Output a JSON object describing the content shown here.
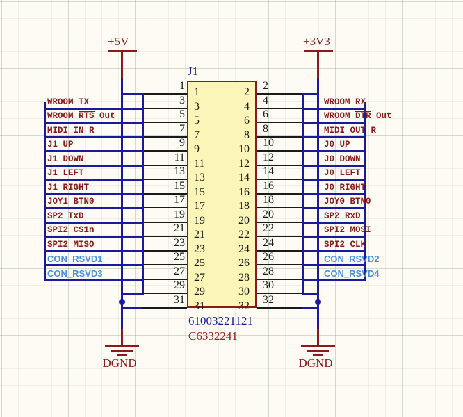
{
  "schematic": {
    "refdes": "J1",
    "part_number_mpn": "61003221121",
    "part_number_lcsc": "C6332241",
    "power_rails": [
      {
        "name": "+5V",
        "side": "left"
      },
      {
        "name": "+3V3",
        "side": "right"
      }
    ],
    "grounds": [
      {
        "name": "DGND",
        "side": "left"
      },
      {
        "name": "DGND",
        "side": "right"
      }
    ],
    "colors": {
      "wire": "#1a1a9c",
      "power_wire": "#8b1a1a",
      "body_fill": "#fcf5b8",
      "body_outline": "#8b1a1a",
      "net_label": "#8b1a1a",
      "reserved_net_label": "#4a90e2",
      "refdes": "#1a1a9c",
      "background": "#fdfbf4"
    },
    "pins_left": [
      {
        "pin": "1",
        "wire_number": "1",
        "net": "",
        "style": "plain",
        "overline": ""
      },
      {
        "pin": "3",
        "wire_number": "3",
        "net": "WROOM TX",
        "style": "plain",
        "overline": ""
      },
      {
        "pin": "5",
        "wire_number": "5",
        "net": "WROOM RTS Out",
        "style": "plain",
        "overline": "RTS"
      },
      {
        "pin": "7",
        "wire_number": "7",
        "net": "MIDI IN R",
        "style": "plain",
        "overline": ""
      },
      {
        "pin": "9",
        "wire_number": "9",
        "net": "J1 UP",
        "style": "plain",
        "overline": ""
      },
      {
        "pin": "11",
        "wire_number": "11",
        "net": "J1 DOWN",
        "style": "plain",
        "overline": ""
      },
      {
        "pin": "13",
        "wire_number": "13",
        "net": "J1 LEFT",
        "style": "plain",
        "overline": ""
      },
      {
        "pin": "15",
        "wire_number": "15",
        "net": "J1 RIGHT",
        "style": "plain",
        "overline": ""
      },
      {
        "pin": "17",
        "wire_number": "17",
        "net": "JOY1 BTN0",
        "style": "plain",
        "overline": ""
      },
      {
        "pin": "19",
        "wire_number": "19",
        "net": "SP2 TxD",
        "style": "plain",
        "overline": ""
      },
      {
        "pin": "21",
        "wire_number": "21",
        "net": "SPI2 CS1n",
        "style": "plain",
        "overline": ""
      },
      {
        "pin": "23",
        "wire_number": "23",
        "net": "SPI2 MISO",
        "style": "plain",
        "overline": ""
      },
      {
        "pin": "25",
        "wire_number": "25",
        "net": "CON_RSVD1",
        "style": "blue",
        "overline": ""
      },
      {
        "pin": "27",
        "wire_number": "27",
        "net": "CON_RSVD3",
        "style": "blue",
        "overline": ""
      },
      {
        "pin": "29",
        "wire_number": "29",
        "net": "",
        "style": "plain",
        "overline": ""
      },
      {
        "pin": "31",
        "wire_number": "31",
        "net": "",
        "style": "plain",
        "overline": ""
      }
    ],
    "pins_right": [
      {
        "pin": "2",
        "wire_number": "2",
        "net": "",
        "style": "plain",
        "overline": ""
      },
      {
        "pin": "4",
        "wire_number": "4",
        "net": "WROOM RX",
        "style": "plain",
        "overline": ""
      },
      {
        "pin": "6",
        "wire_number": "6",
        "net": "WROOM DTR Out",
        "style": "plain",
        "overline": "DTR"
      },
      {
        "pin": "8",
        "wire_number": "8",
        "net": "MIDI OUT R",
        "style": "plain",
        "overline": ""
      },
      {
        "pin": "10",
        "wire_number": "10",
        "net": "J0 UP",
        "style": "plain",
        "overline": ""
      },
      {
        "pin": "12",
        "wire_number": "12",
        "net": "J0 DOWN",
        "style": "plain",
        "overline": ""
      },
      {
        "pin": "14",
        "wire_number": "14",
        "net": "J0 LEFT",
        "style": "plain",
        "overline": ""
      },
      {
        "pin": "16",
        "wire_number": "16",
        "net": "J0 RIGHT",
        "style": "plain",
        "overline": ""
      },
      {
        "pin": "18",
        "wire_number": "18",
        "net": "JOY0 BTN0",
        "style": "plain",
        "overline": ""
      },
      {
        "pin": "20",
        "wire_number": "20",
        "net": "SP2 RxD",
        "style": "plain",
        "overline": ""
      },
      {
        "pin": "22",
        "wire_number": "22",
        "net": "SPI2 MOSI",
        "style": "plain",
        "overline": ""
      },
      {
        "pin": "24",
        "wire_number": "24",
        "net": "SPI2 CLK",
        "style": "plain",
        "overline": ""
      },
      {
        "pin": "26",
        "wire_number": "26",
        "net": "CON_RSVD2",
        "style": "blue",
        "overline": ""
      },
      {
        "pin": "28",
        "wire_number": "28",
        "net": "CON_RSVD4",
        "style": "blue",
        "overline": ""
      },
      {
        "pin": "30",
        "wire_number": "30",
        "net": "",
        "style": "plain",
        "overline": ""
      },
      {
        "pin": "32",
        "wire_number": "32",
        "net": "",
        "style": "plain",
        "overline": ""
      }
    ]
  }
}
